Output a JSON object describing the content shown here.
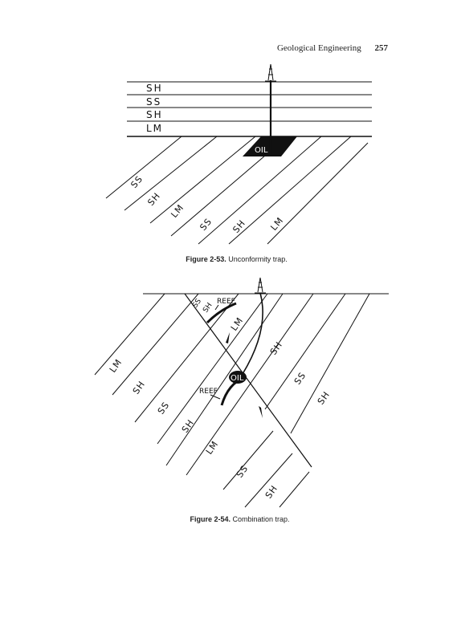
{
  "header": {
    "running_title": "Geological Engineering",
    "page_number": "257"
  },
  "figure_53": {
    "number": "Figure 2-53.",
    "caption": "Unconformity trap.",
    "flat_layers": [
      "SH",
      "SS",
      "SH",
      "LM"
    ],
    "dipping_layers": [
      "SS",
      "SH",
      "LM",
      "SS",
      "SH",
      "LM"
    ],
    "oil_label": "OIL"
  },
  "figure_54": {
    "number": "Figure 2-54.",
    "caption": "Combination trap.",
    "reef_upper": "REEF",
    "reef_lower": "REEF",
    "wedge_labels": [
      "SS",
      "SH"
    ],
    "oil_label": "OIL",
    "upper_block_labels": [
      "LM",
      "SH",
      "SS",
      "SH"
    ],
    "right_block_labels": [
      "LM",
      "SH",
      "SS",
      "SH"
    ],
    "lower_block_labels": [
      "LM",
      "SH",
      "SS",
      "SH",
      "SS",
      "SH"
    ]
  }
}
